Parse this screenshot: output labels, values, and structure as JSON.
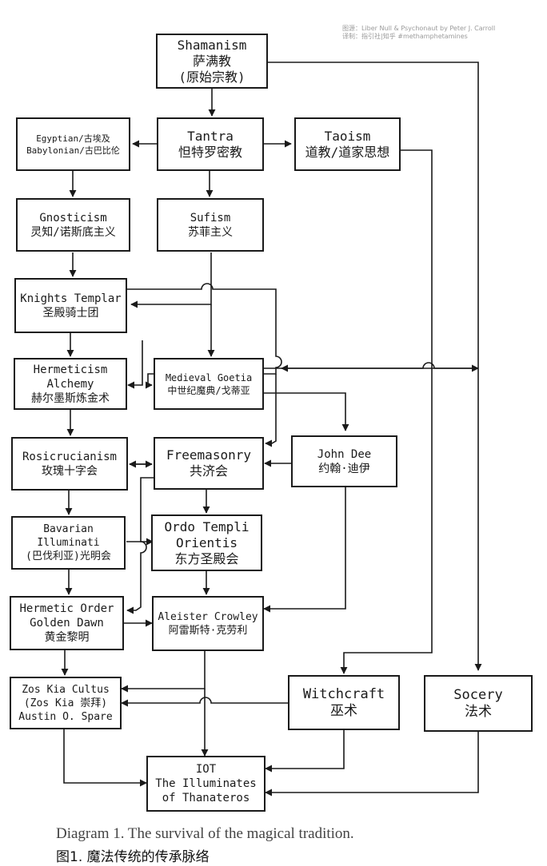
{
  "credit": {
    "line1": "图源：Liber Null & Psychonaut by Peter J. Carroll",
    "line2": "译制：指引社|知乎 #methamphetamines"
  },
  "nodes": {
    "shamanism": [
      "Shamanism",
      "萨满教",
      "(原始宗教)"
    ],
    "egyptian": [
      "Egyptian/古埃及",
      "Babylonian/古巴比伦"
    ],
    "tantra": [
      "Tantra",
      "怛特罗密教"
    ],
    "taoism": [
      "Taoism",
      "道教/道家思想"
    ],
    "gnosticism": [
      "Gnosticism",
      "灵知/诺斯底主义"
    ],
    "sufism": [
      "Sufism",
      "苏菲主义"
    ],
    "templar": [
      "Knights Templar",
      "圣殿骑士团"
    ],
    "hermeticism": [
      "Hermeticism",
      "Alchemy",
      "赫尔墨斯炼金术"
    ],
    "goetia": [
      "Medieval Goetia",
      "中世纪魔典/戈蒂亚"
    ],
    "rosicrucianism": [
      "Rosicrucianism",
      "玫瑰十字会"
    ],
    "freemasonry": [
      "Freemasonry",
      "共济会"
    ],
    "johndee": [
      "John Dee",
      "约翰·迪伊"
    ],
    "bavarian": [
      "Bavarian",
      "Illuminati",
      "(巴伐利亚)光明会"
    ],
    "oto": [
      "Ordo Templi",
      "Orientis",
      "东方圣殿会"
    ],
    "goldendawn": [
      "Hermetic Order",
      "Golden Dawn",
      "黄金黎明"
    ],
    "crowley": [
      "Aleister Crowley",
      "阿雷斯特·克劳利"
    ],
    "zoskia": [
      "Zos Kia Cultus",
      "(Zos Kia 崇拜)",
      "Austin O. Spare"
    ],
    "witchcraft": [
      "Witchcraft",
      "巫术"
    ],
    "socery": [
      "Socery",
      "法术"
    ],
    "iot": [
      "IOT",
      "The Illuminates",
      "of Thanateros"
    ]
  },
  "caption": {
    "english": "Diagram 1. The survival of the magical tradition.",
    "chinese": "图1. 魔法传统的传承脉络"
  },
  "colors": {
    "ink": "#1a1a1a",
    "background": "#ffffff",
    "credit_text": "#9a9a9a"
  }
}
